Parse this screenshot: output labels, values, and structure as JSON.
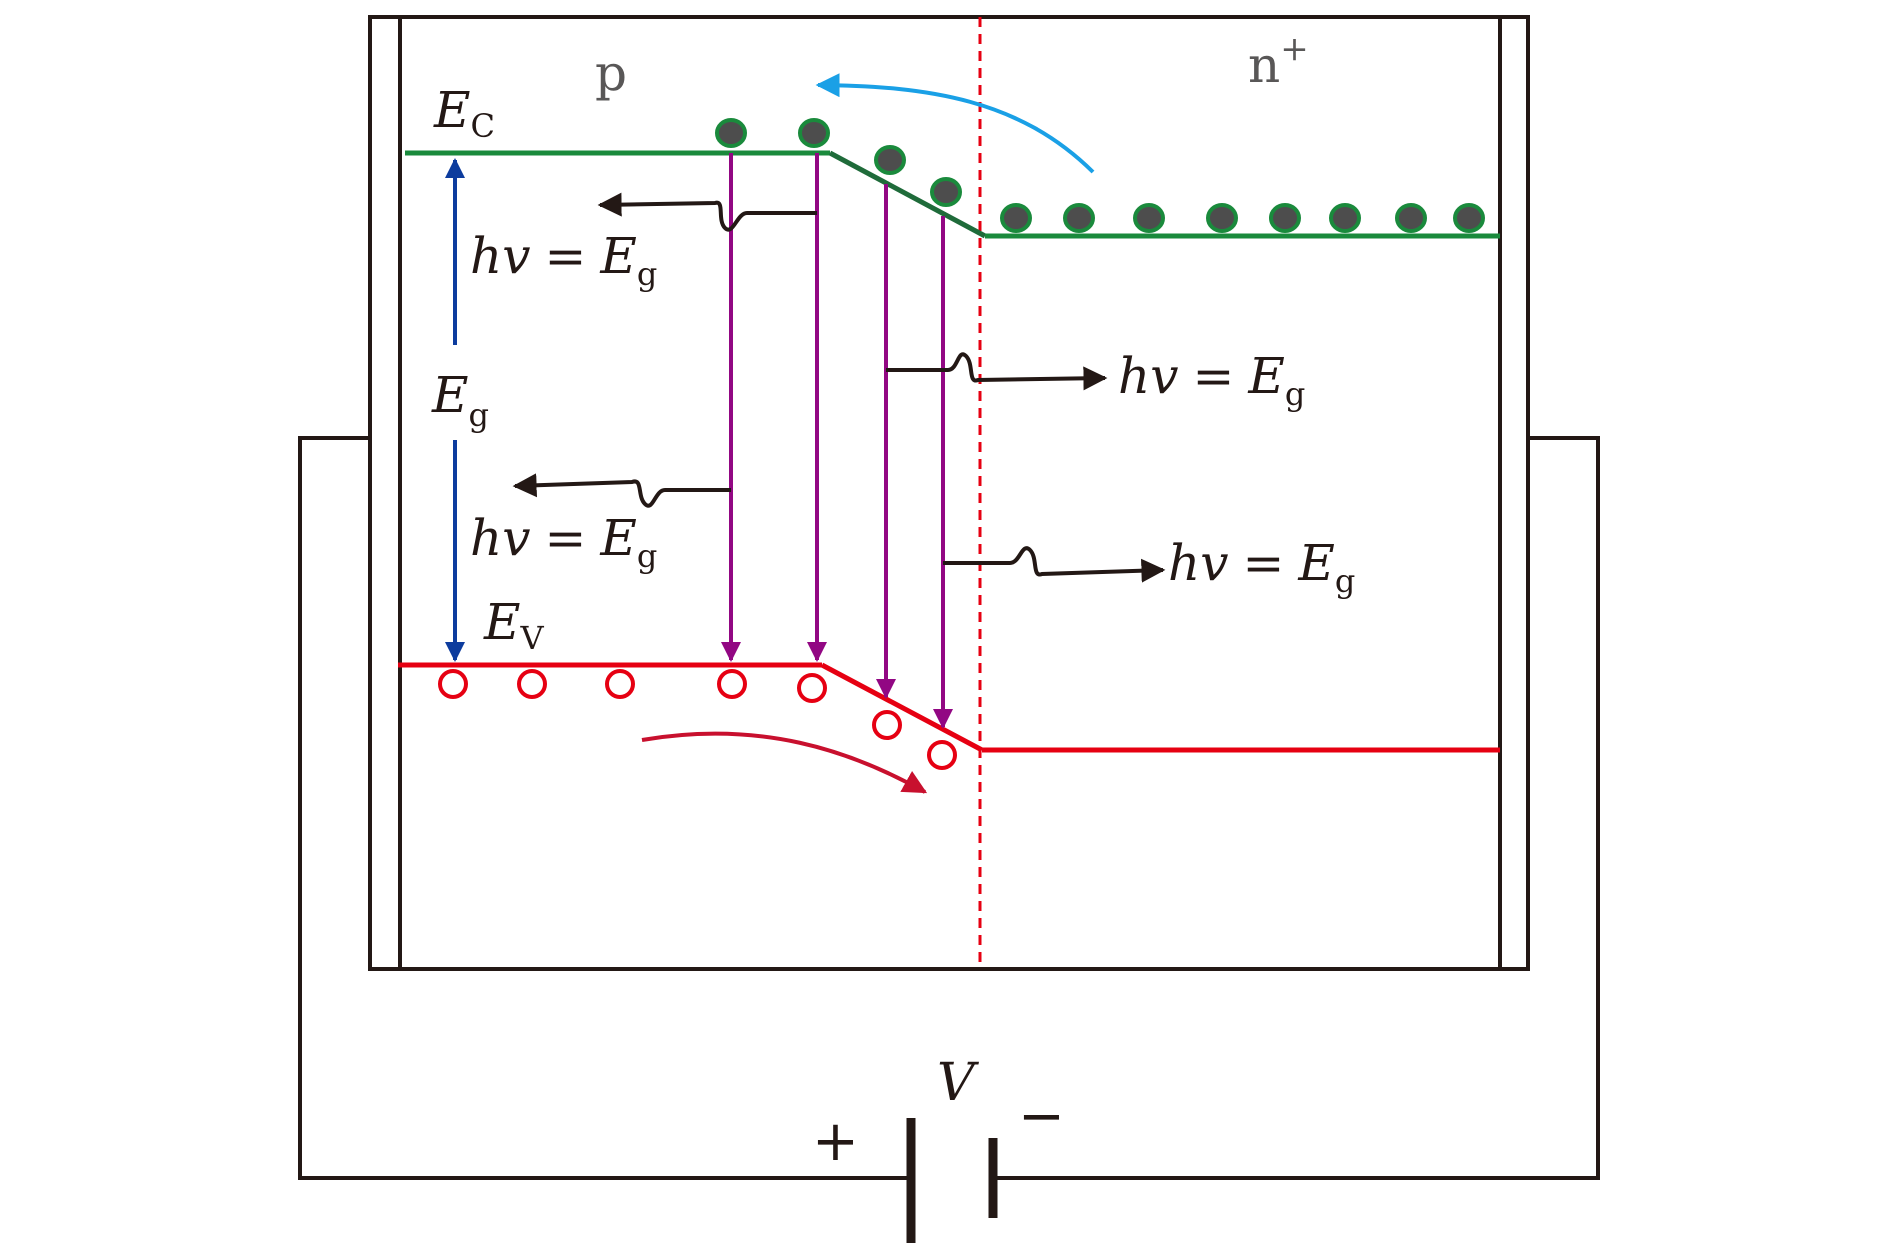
{
  "labels": {
    "p_region": "p",
    "n_region_base": "n",
    "n_region_sup": "+",
    "ec_base": "E",
    "ec_sub": "C",
    "ev_base": "E",
    "ev_sub": "V",
    "eg_base": "E",
    "eg_sub": "g",
    "voltage": "V",
    "battery_plus": "+",
    "battery_minus": "−"
  },
  "photon_label": {
    "hv": "hv",
    "equals": "=",
    "e_base": "E",
    "e_sub": "g"
  },
  "colors": {
    "frame": "#231815",
    "conduction_band": "#1a8a3c",
    "valence_band": "#e60012",
    "electron_fill": "#4d4d4d",
    "transition_arrow": "#920783",
    "eg_arrow": "#0d3c9e",
    "electron_flow_arrow": "#1aa0e6",
    "hole_flow_arrow": "#c8102e",
    "junction_line": "#e60012",
    "label_gray": "#595757"
  }
}
